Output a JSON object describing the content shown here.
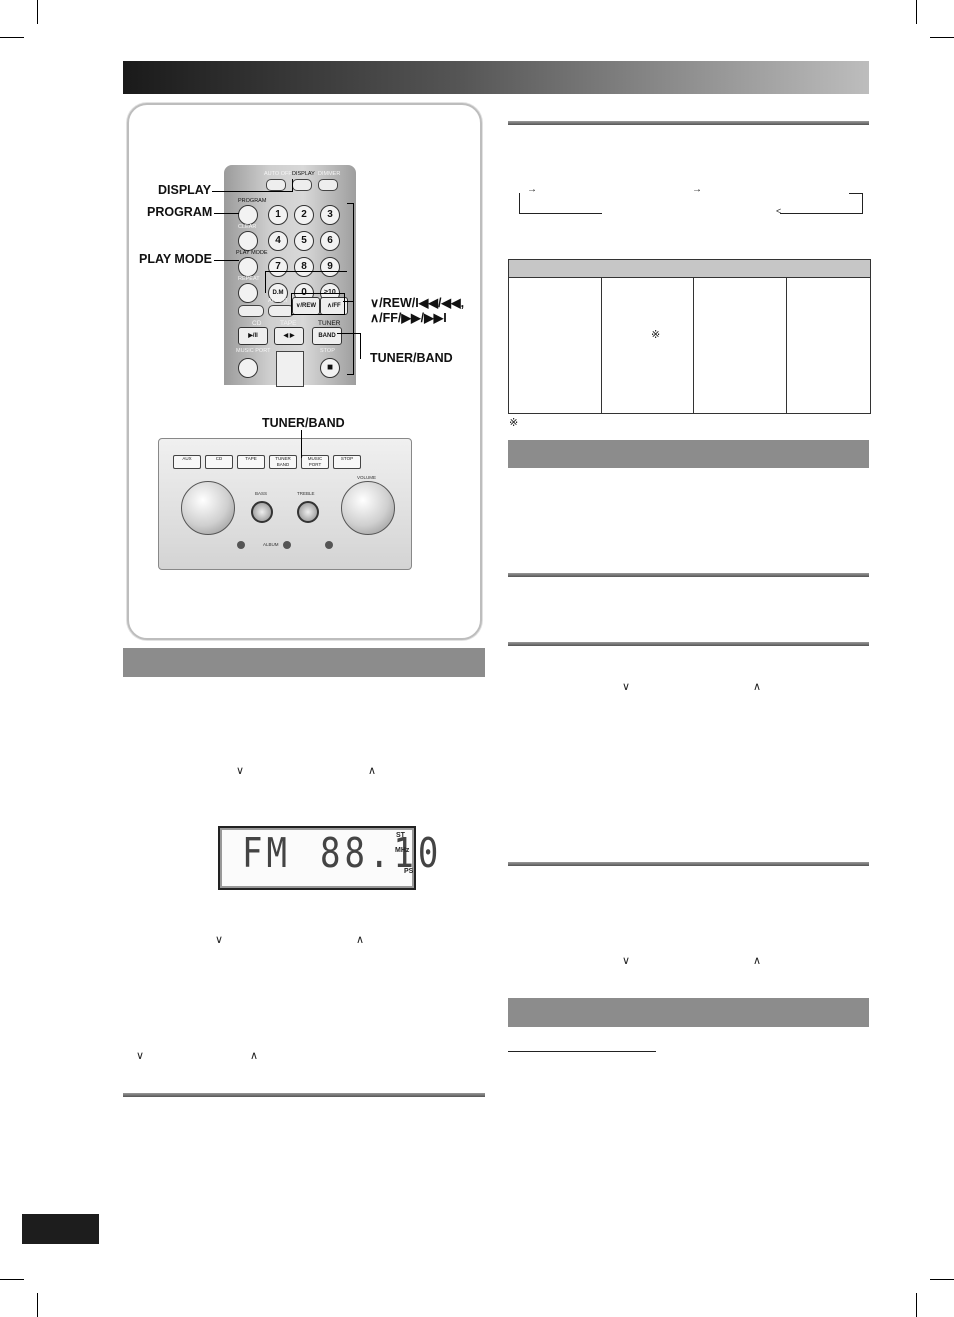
{
  "diagram": {
    "remote_labels": {
      "display": "DISPLAY",
      "program": "PROGRAM",
      "play_mode": "PLAY MODE",
      "skip_rew": "∨/REW/I◀◀/◀◀,",
      "skip_ff": "∧/FF/▶▶/▶▶I",
      "tuner_band": "TUNER/BAND"
    },
    "unit_label": "TUNER/BAND",
    "remote_buttons": {
      "auto_off": "AUTO OFF",
      "display": "DISPLAY",
      "dimmer": "DIMMER",
      "program": "PROGRAM",
      "clear": "CLEAR",
      "play_mode": "PLAY MODE",
      "repeat": "REPEAT",
      "album": "ALBUM",
      "cd": "CD",
      "tape": "TAPE",
      "tuner": "TUNER",
      "band": "BAND",
      "music_port": "MUSIC PORT",
      "stop": "STOP",
      "rew": "∨/REW",
      "ff": "∧/FF",
      "d_mode": "D.M",
      "digits": [
        "1",
        "2",
        "3",
        "4",
        "5",
        "6",
        "7",
        "8",
        "9",
        "0",
        "≥10"
      ]
    },
    "unit_buttons": [
      "AUX",
      "CD",
      "TAPE",
      "TUNER BAND",
      "MUSIC PORT",
      "STOP"
    ],
    "unit_text": {
      "bass": "BASS",
      "treble": "TREBLE",
      "volume": "VOLUME",
      "album": "ALBUM"
    }
  },
  "lcd": {
    "band": "FM",
    "frequency": "88.10",
    "stereo": "ST",
    "unit": "MHz",
    "ps": "PS"
  },
  "symbols": {
    "down": "∨",
    "up": "∧",
    "note": "※",
    "arrow": "→"
  }
}
